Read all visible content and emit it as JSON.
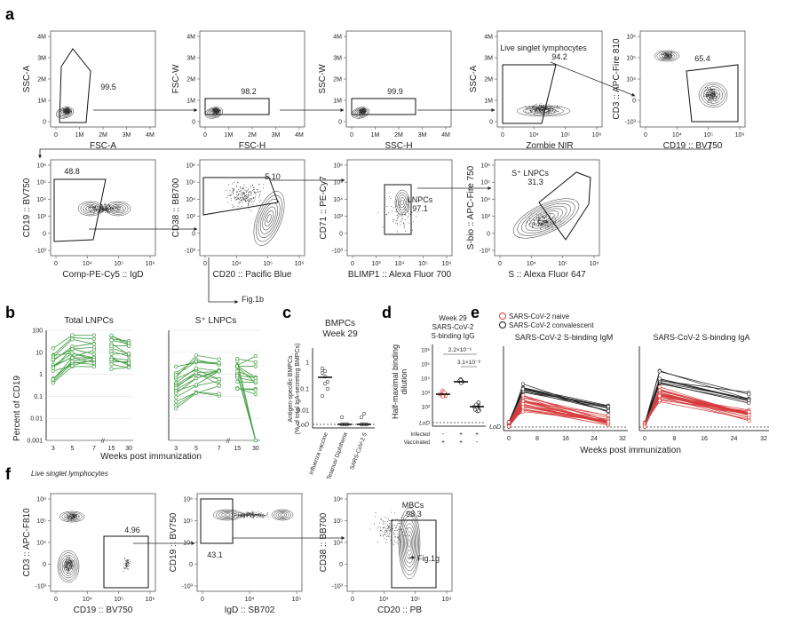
{
  "panels": {
    "a": "a",
    "b": "b",
    "c": "c",
    "d": "d",
    "e": "e",
    "f": "f"
  },
  "gating_a": [
    {
      "id": "a1",
      "x_label": "FSC-A",
      "y_label": "SSC-A",
      "gate_value": "99.5",
      "gate_label": "",
      "x_ticks": [
        "0",
        "1M",
        "2M",
        "3M",
        "4M"
      ],
      "y_ticks": [
        "4M",
        "3M",
        "2M",
        "1M",
        "0"
      ]
    },
    {
      "id": "a2",
      "x_label": "FSC-H",
      "y_label": "FSC-W",
      "gate_value": "98.2",
      "gate_label": "",
      "x_ticks": [
        "0",
        "1M",
        "2M",
        "3M",
        "4M"
      ],
      "y_ticks": [
        "4M",
        "3M",
        "2M",
        "1M",
        "0"
      ]
    },
    {
      "id": "a3",
      "x_label": "SSC-H",
      "y_label": "SSC-W",
      "gate_value": "99.9",
      "gate_label": "",
      "x_ticks": [
        "0",
        "1M",
        "2M",
        "3M",
        "4M"
      ],
      "y_ticks": [
        "4M",
        "3M",
        "2M",
        "1M",
        "0"
      ]
    },
    {
      "id": "a4",
      "x_label": "Zombie NIR",
      "y_label": "SSC-A",
      "gate_value": "94.2",
      "gate_label": "Live singlet lymphocytes",
      "x_ticks": [
        "0",
        "10⁴",
        "10⁵",
        "10⁶"
      ],
      "y_ticks": [
        "4M",
        "3M",
        "2M",
        "1M",
        "0"
      ]
    },
    {
      "id": "a5",
      "x_label": "CD19 :: BV750",
      "y_label": "CD3 :: APC-Fire 810",
      "gate_value": "65.4",
      "gate_label": "",
      "x_ticks": [
        "0",
        "10⁴",
        "10⁵",
        "10⁶"
      ],
      "y_ticks": [
        "10⁶",
        "10⁵",
        "10⁴",
        "0",
        "-10³"
      ]
    },
    {
      "id": "a6",
      "x_label": "Comp-PE-Cy5 :: IgD",
      "y_label": "CD19 :: BV750",
      "gate_value": "48.8",
      "gate_label": "",
      "x_ticks": [
        "0",
        "10⁴",
        "10⁵",
        "10⁶"
      ],
      "y_ticks": [
        "10⁶",
        "10⁵",
        "10⁴",
        "10³",
        "0",
        "-10³"
      ]
    },
    {
      "id": "a7",
      "x_label": "CD20 :: Pacific Blue",
      "y_label": "CD38 :: BB700",
      "gate_value": "5.10",
      "gate_label": "",
      "x_ticks": [
        "0",
        "10⁴",
        "10⁵",
        "10⁶"
      ],
      "y_ticks": [
        "10⁶",
        "10⁵",
        "10⁴",
        "10³",
        "0",
        "-10³"
      ]
    },
    {
      "id": "a8",
      "x_label": "BLIMP1 :: Alexa Fluor 700",
      "y_label": "CD71 :: PE-Cy7",
      "gate_value": "97.1",
      "gate_label": "LNPCs",
      "x_ticks": [
        "0",
        "10³",
        "10⁴",
        "10⁵",
        "10⁶"
      ],
      "y_ticks": [
        "10⁶",
        "10⁵",
        "10⁴",
        "10³",
        "0",
        "-10³"
      ]
    },
    {
      "id": "a9",
      "x_label": "S :: Alexa Fluor 647",
      "y_label": "S-bio :: APC-Fire 750",
      "gate_value": "31.3",
      "gate_label": "S⁺ LNPCs",
      "x_ticks": [
        "0",
        "10⁴",
        "10⁵",
        "10⁶"
      ],
      "y_ticks": [
        "10⁶",
        "10⁵",
        "10⁴",
        "10³",
        "0",
        "-10³"
      ]
    }
  ],
  "fig_ref_1b": "Fig.1b",
  "panel_b": {
    "ylabel": "Percent of CD19",
    "xlabel": "Weeks post immunization",
    "y_ticks": [
      "100",
      "10",
      "1",
      "0.1",
      "0.01",
      "0.001"
    ],
    "x_ticks": [
      "3",
      "5",
      "7",
      "15",
      "30"
    ],
    "titles": [
      "Total LNPCs",
      "S⁺ LNPCs"
    ]
  },
  "panel_c": {
    "title": "BMPCs",
    "subtitle": "Week 29",
    "ylabel1": "Antigen-specific BMPCs",
    "ylabel2": "(% of total IgA-secreting BMPCs)",
    "y_ticks": [
      "1",
      "0.1",
      "0.01",
      "LoD"
    ],
    "categories": [
      "Influenza vaccine",
      "Tetanus/ Diphtheria",
      "SARS-CoV-2 S"
    ]
  },
  "panel_d": {
    "title1": "Week 29",
    "title2": "SARS-CoV-2",
    "title3": "S-binding IgG",
    "ylabel1": "Half-maximal binding",
    "ylabel2": "dilution",
    "y_ticks": [
      "10⁶",
      "10⁵",
      "10⁴",
      "10³",
      "10²",
      "LoD"
    ],
    "p1": "2.2×10⁻⁶",
    "p2": "3.1×10⁻⁸",
    "row1_label": "Infected",
    "row2_label": "Vaccinated",
    "row1": [
      "-",
      "+",
      "+"
    ],
    "row2": [
      "+",
      "+",
      "-"
    ]
  },
  "panel_e": {
    "legend": [
      "SARS-CoV-2 naive",
      "SARS-CoV-2 convalescent"
    ],
    "titles": [
      "SARS-CoV-2 S-binding IgM",
      "SARS-CoV-2 S-binding IgA"
    ],
    "x_ticks": [
      "0",
      "8",
      "16",
      "24",
      "32"
    ],
    "xlabel": "Weeks post immunization",
    "lod": "LoD"
  },
  "panel_f": {
    "caption": "Live singlet lymphocytes",
    "plots": [
      {
        "x_label": "CD19 :: BV750",
        "y_label": "CD3 :: APC-F810",
        "gate_value": "4.96",
        "gate_label": "",
        "x_ticks": [
          "0",
          "10⁴",
          "10⁵",
          "10⁶"
        ],
        "y_ticks": [
          "10⁶",
          "10⁵",
          "10⁴",
          "0",
          "-10³"
        ]
      },
      {
        "x_label": "IgD :: SB702",
        "y_label": "CD19 :: BV750",
        "gate_value": "43.1",
        "gate_label": "",
        "x_ticks": [
          "0",
          "10⁴",
          "10⁵"
        ],
        "y_ticks": [
          "10⁶",
          "10⁵",
          "10⁴",
          "0",
          "-10³"
        ]
      },
      {
        "x_label": "CD20 :: PB",
        "y_label": "CD38 :: BB700",
        "gate_value": "98.3",
        "gate_label": "MBCs",
        "x_ticks": [
          "0",
          "10⁴",
          "10⁵",
          "10⁶"
        ],
        "y_ticks": [
          "10⁶",
          "10⁵",
          "10⁴",
          "0",
          "-10³"
        ]
      }
    ],
    "fig_ref": "Fig.1g"
  },
  "colors": {
    "ink": "#222222",
    "green": "#3f9b3f",
    "red": "#d63c3c",
    "black": "#1a1a1a",
    "pink": "#e07070"
  }
}
